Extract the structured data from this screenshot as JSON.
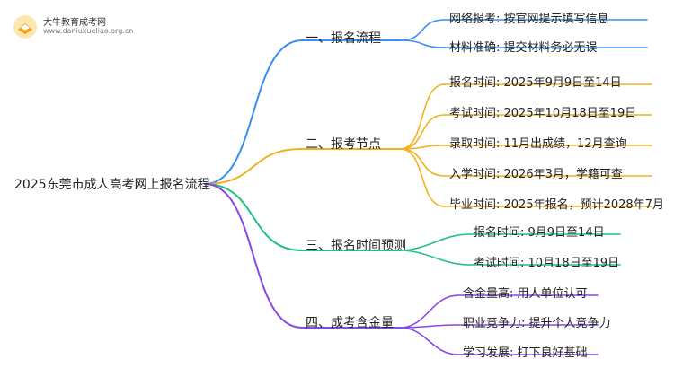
{
  "logo": {
    "name": "大牛教育成考网",
    "url": "www.daniuxueliao.org.cn"
  },
  "root": "2025东莞市成人高考网上报名流程",
  "colors": {
    "blue": "#3a8ef0",
    "orange": "#f2b11f",
    "green": "#22c183",
    "purple": "#8a47e6"
  },
  "branches": [
    {
      "label": "一、报名流程",
      "color": "blue",
      "leaves": [
        "网络报考: 按官网提示填写信息",
        "材料准确: 提交材料务必无误"
      ]
    },
    {
      "label": "二、报考节点",
      "color": "orange",
      "leaves": [
        "报名时间: 2025年9月9日至14日",
        "考试时间: 2025年10月18日至19日",
        "录取时间: 11月出成绩，12月查询",
        "入学时间: 2026年3月，学籍可查",
        "毕业时间: 2025年报名，预计2028年7月"
      ]
    },
    {
      "label": "三、报名时间预测",
      "color": "green",
      "leaves": [
        "报名时间: 9月9日至14日",
        "考试时间: 10月18日至19日"
      ]
    },
    {
      "label": "四、成考含金量",
      "color": "purple",
      "leaves": [
        "含金量高: 用人单位认可",
        "职业竞争力: 提升个人竞争力",
        "学习发展: 打下良好基础"
      ]
    }
  ]
}
